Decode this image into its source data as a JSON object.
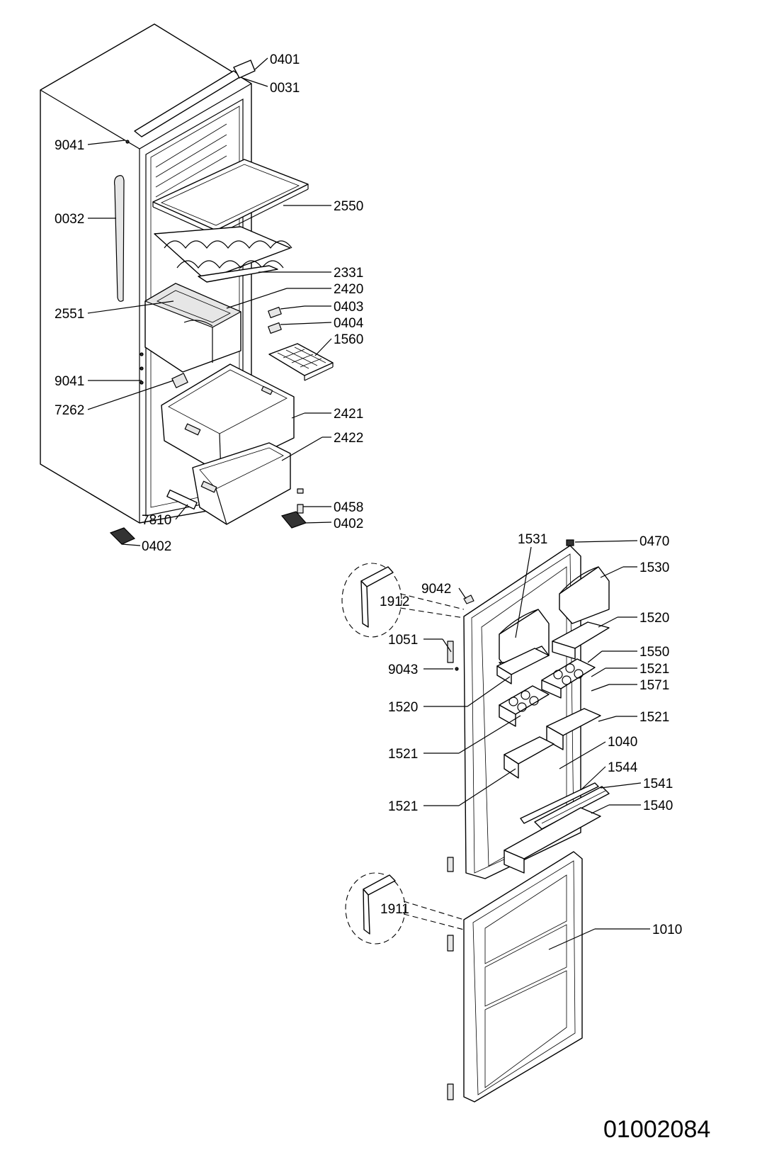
{
  "diagram": {
    "document_number": "01002084",
    "cabinet_labels": [
      "0401",
      "0031",
      "9041",
      "0032",
      "2550",
      "2331",
      "2420",
      "2551",
      "0403",
      "0404",
      "1560",
      "9041",
      "7262",
      "2421",
      "2422",
      "7810",
      "0458",
      "0402",
      "0402"
    ],
    "door_labels": [
      "1531",
      "0470",
      "1530",
      "9042",
      "1912",
      "1520",
      "1051",
      "1550",
      "9043",
      "1521",
      "1571",
      "1520",
      "1521",
      "1521",
      "1040",
      "1544",
      "1541",
      "1521",
      "1540",
      "1911",
      "1010"
    ]
  }
}
